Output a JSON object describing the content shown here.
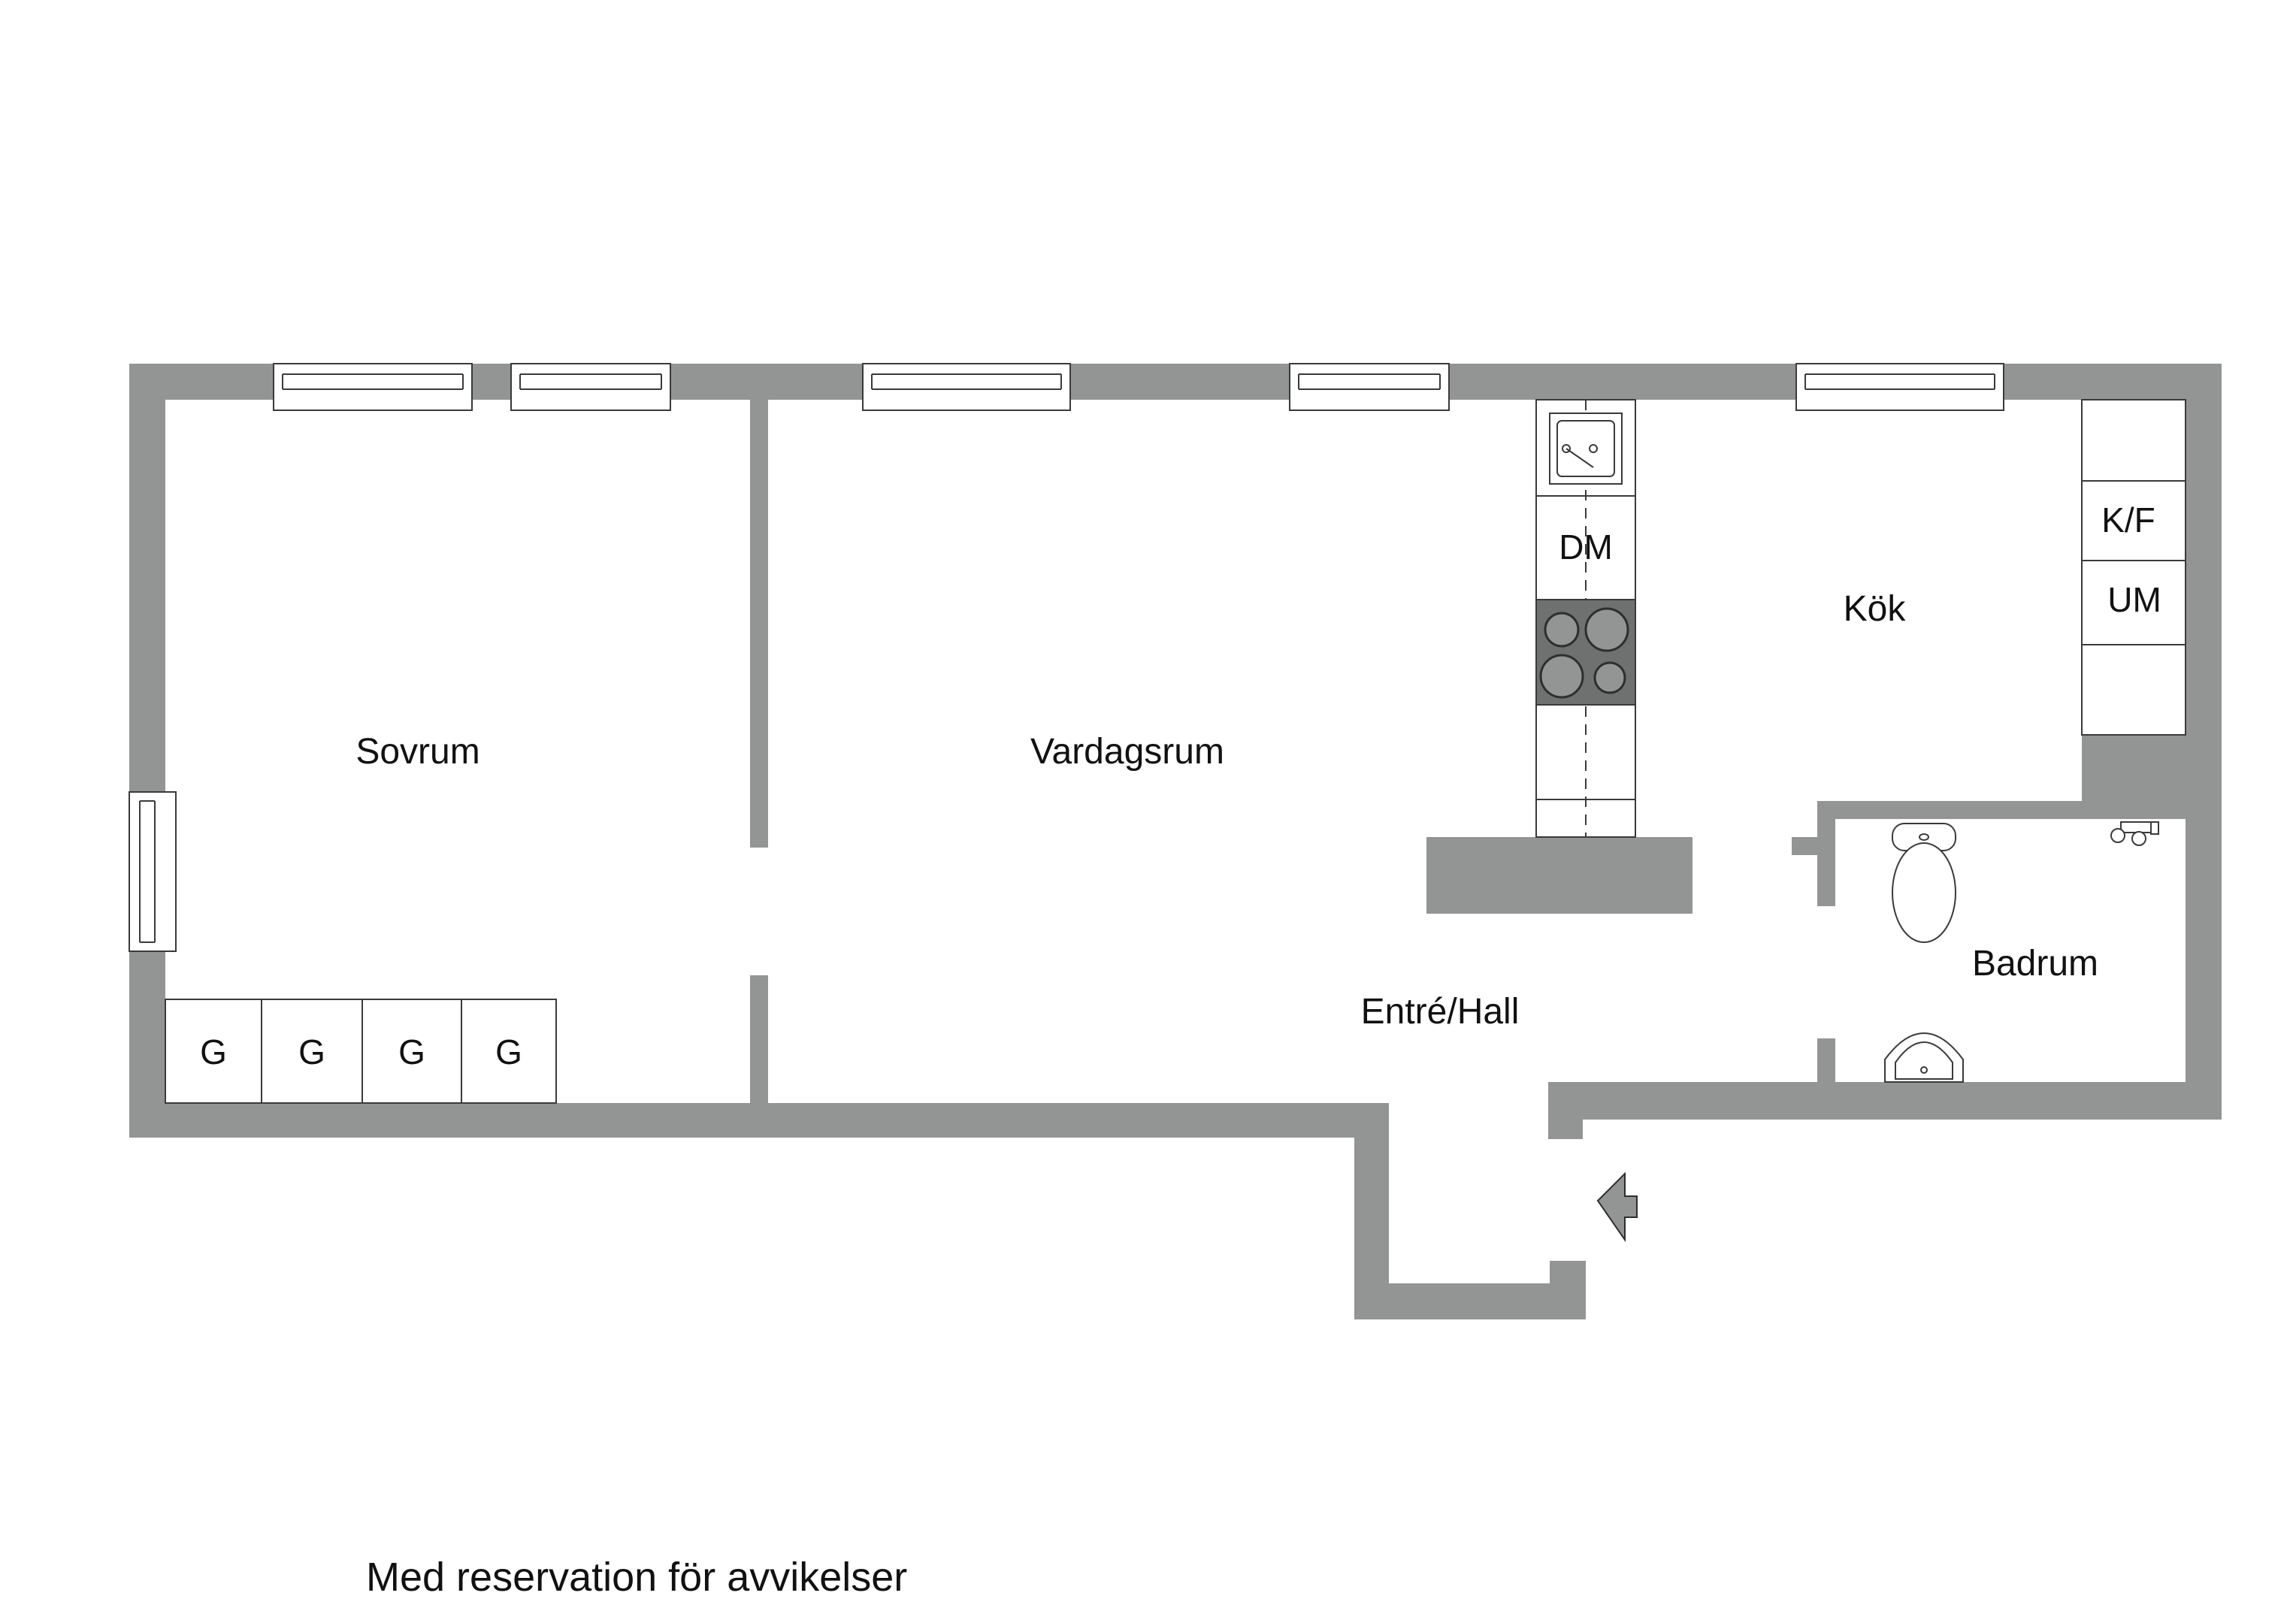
{
  "colors": {
    "wall": "#939594",
    "line": "#3a3a3a",
    "background": "#ffffff",
    "hob": "#6f7170"
  },
  "rooms": {
    "sovrum": "Sovrum",
    "vardagsrum": "Vardagsrum",
    "kok": "Kök",
    "entre_hall": "Entré/Hall",
    "badrum": "Badrum"
  },
  "fixtures": {
    "dishwasher": "DM",
    "fridge_freezer": "K/F",
    "microwave": "UM",
    "wardrobes": [
      "G",
      "G",
      "G",
      "G"
    ]
  },
  "note": "Med reservation för avvikelser",
  "icons": [
    "entrance-arrow-icon",
    "sink-icon",
    "stove-icon",
    "toilet-icon",
    "washbasin-icon",
    "shower-mixer-icon"
  ]
}
